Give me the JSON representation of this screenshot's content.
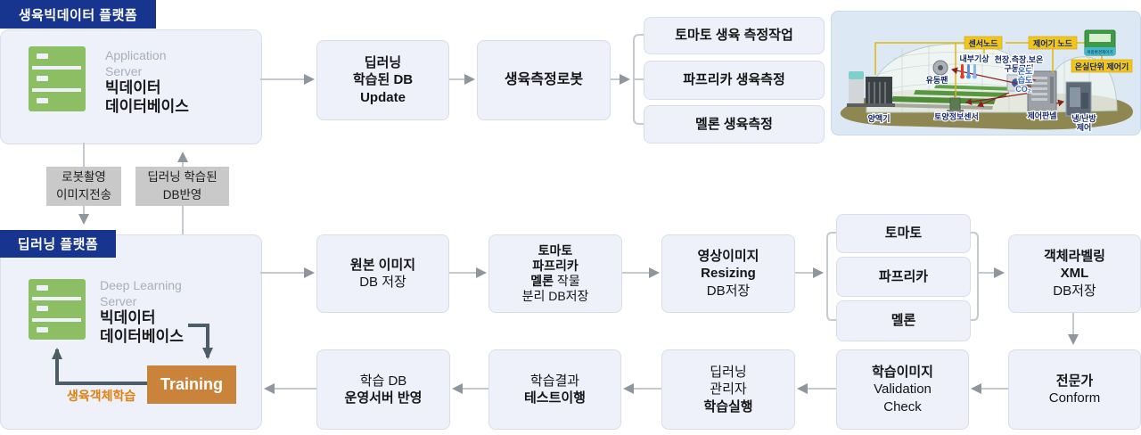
{
  "top_platform": {
    "header": "생육빅데이터 플랫폼",
    "server_en_1": "Application",
    "server_en_2": "Server",
    "server_ko_1": "빅데이터",
    "server_ko_2": "데이터베이스"
  },
  "middle_tags": {
    "down_1": "로봇촬영",
    "down_2": "이미지전송",
    "up_1": "딥러닝 학습된",
    "up_2": "DB반영"
  },
  "bottom_platform": {
    "header": "딥러닝 플랫폼",
    "server_en_1": "Deep Learning",
    "server_en_2": "Server",
    "server_ko_1": "빅데이터",
    "server_ko_2": "데이터베이스",
    "training": "Training",
    "training_note": "생육객체학습"
  },
  "flow_top": {
    "db_update_1": "딥러닝",
    "db_update_2": "학습된 DB",
    "db_update_3": "Update",
    "robot": "생육측정로봇",
    "branches": [
      "토마토 생육 측정작업",
      "파프리카 생육측정",
      "멜론 생육측정"
    ]
  },
  "flow_mid": {
    "origin_1": "원본 이미지",
    "origin_2": "DB 저장",
    "sep_1": "토마토",
    "sep_2": "파프리카",
    "sep_3b": "멜론",
    "sep_3r": " 작물",
    "sep_4": "분리 DB저장",
    "resize_1": "영상이미지",
    "resize_2": "Resizing",
    "resize_3": "DB저장",
    "crops": [
      "토마토",
      "파프리카",
      "멜론"
    ],
    "label_1": "객체라벨링",
    "label_2": "XML",
    "label_3": "DB저장"
  },
  "flow_bottom": {
    "conform_1": "전문가",
    "conform_2": "Conform",
    "valid_1": "학습이미지",
    "valid_2": "Validation",
    "valid_3": "Check",
    "exec_1": "딥러닝",
    "exec_2": "관리자",
    "exec_3": "학습실행",
    "test_1": "학습결과",
    "test_2": "테스트이행",
    "deploy_1": "학습 DB",
    "deploy_2": "운영서버 반영"
  },
  "greenhouse": {
    "sensor_node": "센서노드",
    "controller_node": "제어기 노드",
    "unit_controller": "온실단위 제어기",
    "device": "복합환경제어기",
    "indoor_weather": "내부기상",
    "motor_1": "천장.측장.보온",
    "motor_2": "구동모터",
    "temp": "온도",
    "humidity": "습도",
    "co2": "CO₂",
    "fan": "유동팬",
    "nutrient": "양액기",
    "soil_sensor": "토양정보센서",
    "control_panel": "제어판넬",
    "hvac_1": "냉/난방",
    "hvac_2": "제어"
  },
  "colors": {
    "navy_header": "#17358e",
    "box_fill": "#eef1fa",
    "box_border": "#d9ddeb",
    "server_green": "#8cbf63",
    "training_orange": "#c9833b",
    "note_orange": "#e0800f",
    "flow_line": "#c5c9d2",
    "flow_arrowhead": "#8f969e",
    "dark_arrow": "#4d5d68",
    "gray_tag": "#c9c9c9",
    "label_yellow": "#f2c51d"
  }
}
